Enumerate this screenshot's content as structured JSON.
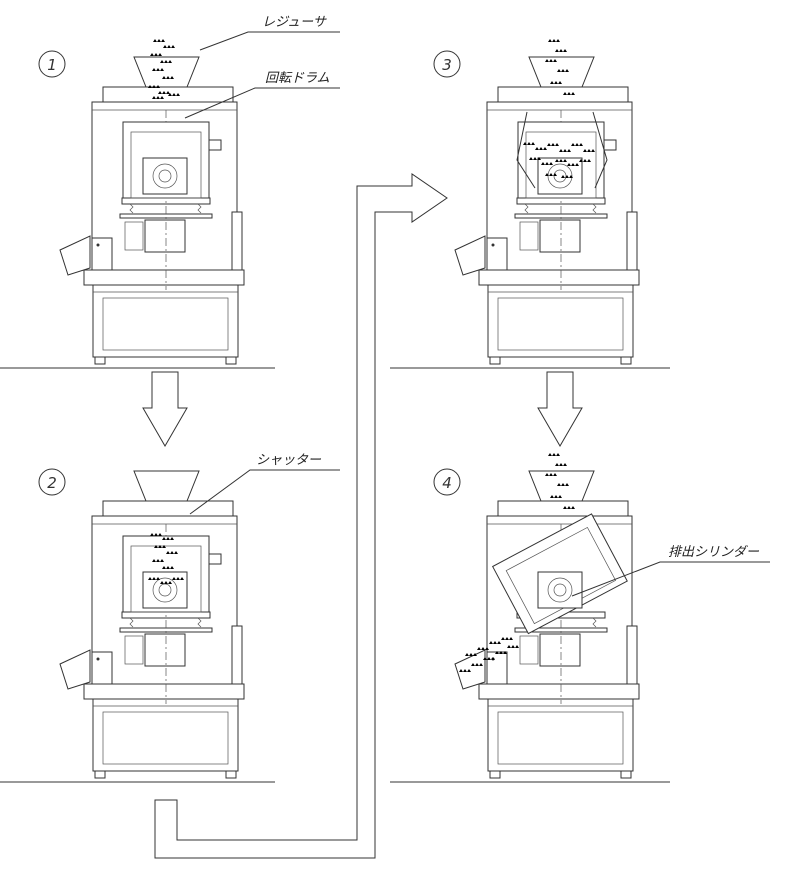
{
  "steps": [
    {
      "number": "1",
      "drum": "load"
    },
    {
      "number": "2",
      "drum": "shutter"
    },
    {
      "number": "3",
      "drum": "tumble"
    },
    {
      "number": "4",
      "drum": "discharge"
    }
  ],
  "labels": {
    "reducer": "レジューサ",
    "rotary_drum": "回転ドラム",
    "shutter": "シャッター",
    "discharge_cylinder": "排出シリンダー"
  },
  "icons": {
    "machine": "parts-deburring-machine-icon",
    "flow_arrow": "down-arrow-icon",
    "return_arrow": "return-path-arrow-icon"
  }
}
